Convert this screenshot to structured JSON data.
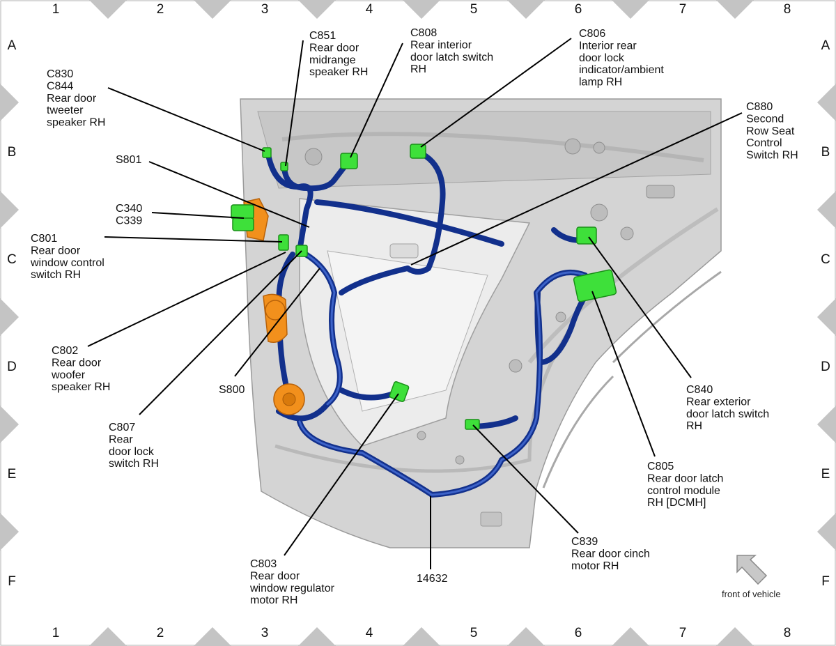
{
  "grid": {
    "columns": [
      "1",
      "2",
      "3",
      "4",
      "5",
      "6",
      "7",
      "8"
    ],
    "rows": [
      "A",
      "B",
      "C",
      "D",
      "E",
      "F"
    ]
  },
  "callouts": {
    "c830": [
      "C830",
      "C844",
      "Rear door",
      "tweeter",
      "speaker RH"
    ],
    "c851": [
      "C851",
      "Rear door",
      "midrange",
      "speaker RH"
    ],
    "c808": [
      "C808",
      "Rear interior",
      "door latch switch",
      "RH"
    ],
    "c806": [
      "C806",
      "Interior rear",
      "door lock",
      "indicator/ambient",
      "lamp RH"
    ],
    "c880": [
      "C880",
      "Second",
      "Row Seat",
      "Control",
      "Switch RH"
    ],
    "s801": [
      "S801"
    ],
    "c340": [
      "C340",
      "C339"
    ],
    "c801": [
      "C801",
      "Rear door",
      "window control",
      "switch RH"
    ],
    "c802": [
      "C802",
      "Rear door",
      "woofer",
      "speaker RH"
    ],
    "s800": [
      "S800"
    ],
    "c807": [
      "C807",
      "Rear",
      "door lock",
      "switch RH"
    ],
    "c803": [
      "C803",
      "Rear door",
      "window regulator",
      "motor RH"
    ],
    "h14632": [
      "14632"
    ],
    "c839": [
      "C839",
      "Rear door cinch",
      "motor RH"
    ],
    "c840": [
      "C840",
      "Rear exterior",
      "door latch switch",
      "RH"
    ],
    "c805": [
      "C805",
      "Rear door latch",
      "control module",
      "RH [DCMH]"
    ]
  },
  "orientation": {
    "label": "front of vehicle"
  },
  "colors": {
    "harness": "#12308c",
    "connector": "#3ee03a",
    "speaker": "#f2901c",
    "panel": "#d2d2d2"
  }
}
